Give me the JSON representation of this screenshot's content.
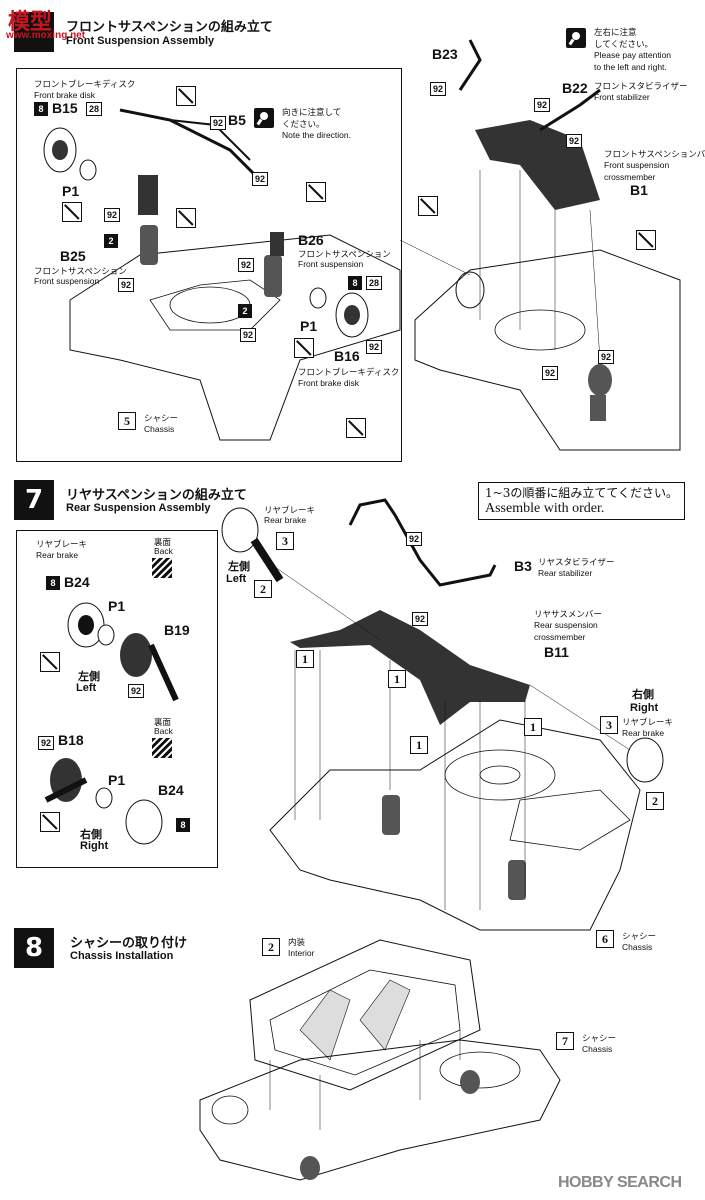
{
  "watermark": {
    "site": "模型",
    "domain": "www.moxing.net",
    "hobbysearch": "HOBBY SEARCH"
  },
  "step6": {
    "title_jp": "フロントサスペンションの組み立て",
    "title_en": "Front Suspension Assembly",
    "parts": {
      "b15": "B15",
      "p1": "P1",
      "b25": "B25",
      "b5": "B5",
      "b26": "B26",
      "b16": "B16",
      "b23": "B23",
      "b22": "B22",
      "b1": "B1",
      "p1b": "P1"
    },
    "labels": {
      "disk_jp": "フロントブレーキディスク",
      "disk_en": "Front brake disk",
      "susp_jp": "フロントサスペンション",
      "susp_en": "Front suspension",
      "stab_jp": "フロントスタビライザー",
      "stab_en": "Front stabilizer",
      "member_jp": "フロントサスペンションバー",
      "member_en1": "Front suspension",
      "member_en2": "crossmember",
      "chassis_jp": "シャシー",
      "chassis_en": "Chassis",
      "dir_jp1": "向きに注意して",
      "dir_jp2": "ください。",
      "dir_en": "Note the direction.",
      "lr_jp1": "左右に注意",
      "lr_jp2": "してください。",
      "lr_en1": "Please pay attention",
      "lr_en2": "to the left and right."
    },
    "codes": {
      "c92": "92",
      "c8": "8",
      "c28": "28",
      "c2": "2",
      "c5": "5"
    }
  },
  "step7": {
    "number": "7",
    "title_jp": "リヤサスペンションの組み立て",
    "title_en": "Rear Suspension Assembly",
    "note_jp": "1~3の順番に組み立ててください。",
    "note_en": "Assemble with order.",
    "parts": {
      "b24": "B24",
      "p1": "P1",
      "b19": "B19",
      "b18": "B18",
      "p1b": "P1",
      "b24b": "B24",
      "b3": "B3",
      "b11": "B11"
    },
    "labels": {
      "rear_brake_jp": "リヤブレーキ",
      "rear_brake_en": "Rear brake",
      "back_jp": "裏面",
      "back_en": "Back",
      "left_jp": "左側",
      "left_en": "Left",
      "right_jp": "右側",
      "right_en": "Right",
      "stab_jp": "リヤスタビライザー",
      "stab_en": "Rear stabilizer",
      "member_jp": "リヤサスメンバー",
      "member_en1": "Rear suspension",
      "member_en2": "crossmember",
      "chassis_jp": "シャシー",
      "chassis_en": "Chassis"
    },
    "codes": {
      "c8": "8",
      "c92": "92",
      "c6": "6"
    },
    "order": {
      "o1": "1",
      "o2": "2",
      "o3": "3"
    }
  },
  "step8": {
    "number": "8",
    "title_jp": "シャシーの取り付け",
    "title_en": "Chassis Installation",
    "labels": {
      "interior_jp": "内装",
      "interior_en": "Interior",
      "chassis_jp": "シャシー",
      "chassis_en": "Chassis"
    },
    "codes": {
      "c2": "2",
      "c7": "7"
    }
  }
}
